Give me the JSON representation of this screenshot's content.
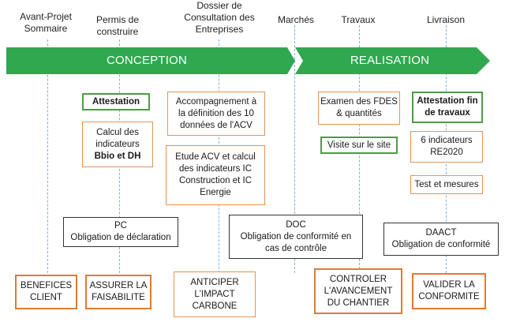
{
  "phases": [
    {
      "lines": [
        "Avant-Projet",
        "Sommaire"
      ]
    },
    {
      "lines": [
        "Permis de",
        "construire"
      ]
    },
    {
      "lines": [
        "Dossier de",
        "Consultation des",
        "Entreprises"
      ]
    },
    {
      "lines": [
        "Marchés"
      ]
    },
    {
      "lines": [
        "Travaux"
      ]
    },
    {
      "lines": [
        "Livraison"
      ]
    }
  ],
  "bands": {
    "conception": "CONCEPTION",
    "realisation": "REALISATION",
    "color": "#2fa84f"
  },
  "boxes": {
    "attestation": "Attestation",
    "calcul": {
      "l1": "Calcul des",
      "l2": "indicateurs",
      "l3": "Bbio et DH"
    },
    "accompagnement": {
      "l1": "Accompagnement à",
      "l2": "la définition des 10",
      "l3": "données  de l'ACV"
    },
    "etude": {
      "l1": "Etude ACV et calcul",
      "l2": "des indicateurs IC",
      "l3": "Construction et IC",
      "l4": "Energie"
    },
    "examen": {
      "l1": "Examen des FDES",
      "l2": "& quantités"
    },
    "visite": "Visite sur le site",
    "attestation_fin": {
      "l1": "Attestation fin",
      "l2": "de travaux"
    },
    "indicateurs": {
      "l1": "6 indicateurs",
      "l2": "RE2020"
    },
    "test": "Test et mesures",
    "pc": {
      "l1": "PC",
      "l2": "Obligation de déclaration"
    },
    "doc": {
      "l1": "DOC",
      "l2": "Obligation de conformité en",
      "l3": "cas de contrôle"
    },
    "daact": {
      "l1": "DAACT",
      "l2": "Obligation de conformité"
    }
  },
  "objectives": {
    "benefices": {
      "l1": "BENEFICES",
      "l2": "CLIENT"
    },
    "assurer": {
      "l1": "ASSURER LA",
      "l2": "FAISABILITE"
    },
    "anticiper": {
      "l1": "ANTICIPER",
      "l2": "L'IMPACT",
      "l3": "CARBONE"
    },
    "controler": {
      "l1": "CONTROLER",
      "l2": "L'AVANCEMENT",
      "l3": "DU CHANTIER"
    },
    "valider": {
      "l1": "VALIDER LA",
      "l2": "CONFORMITE"
    }
  },
  "colors": {
    "orange": "#e59455",
    "green_border": "#4f9a45",
    "dashed_line": "#7fb2d9"
  }
}
